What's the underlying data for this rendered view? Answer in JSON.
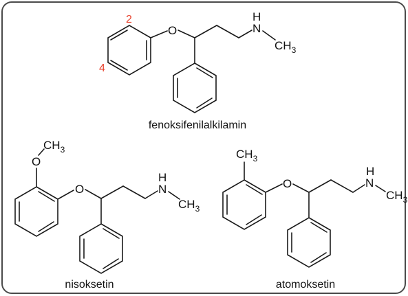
{
  "colors": {
    "frame": "#4a4a4a",
    "ink": "#1a1a1a",
    "position_number": "#e8412c"
  },
  "structures": {
    "fenoksifenilalkilamin": {
      "caption": "fenoksifenilalkilamin",
      "oxygen": "O",
      "nitrogen": "N",
      "nh_hydrogen": "H",
      "methyl": "CH",
      "methyl_subscript": "3",
      "position_numbers": [
        "2",
        "4"
      ]
    },
    "nisoksetin": {
      "caption": "nisoksetin",
      "methoxy": "CH",
      "methoxy_subscript": "3",
      "methoxy_oxygen": "O",
      "oxygen": "O",
      "nitrogen": "N",
      "nh_hydrogen": "H",
      "methyl": "CH",
      "methyl_subscript": "3"
    },
    "atomoksetin": {
      "caption": "atomoksetin",
      "ring_methyl": "CH",
      "ring_methyl_subscript": "3",
      "oxygen": "O",
      "nitrogen": "N",
      "nh_hydrogen": "H",
      "methyl": "CH",
      "methyl_subscript": "3"
    }
  }
}
